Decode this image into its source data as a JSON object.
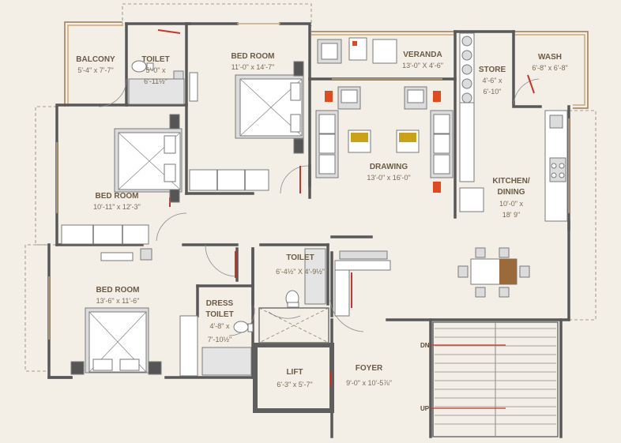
{
  "rooms": {
    "balcony": {
      "name": "BALCONY",
      "dim": "5'-4\" x 7'-7\""
    },
    "toilet1": {
      "name": "TOILET",
      "dim1": "5'-0\" x",
      "dim2": "6'-11½\""
    },
    "bedroom1": {
      "name": "BED ROOM",
      "dim": "11'-0\" x 14'-7\""
    },
    "veranda": {
      "name": "VERANDA",
      "dim": "13'-0\" X 4'-6\""
    },
    "store": {
      "name": "STORE",
      "dim1": "4'-6\" x",
      "dim2": "6'-10\""
    },
    "wash": {
      "name": "WASH",
      "dim": "6'-8\" x 6'-8\""
    },
    "bedroom2": {
      "name": "BED ROOM",
      "dim": "10'-11\" x 12'-3\""
    },
    "drawing": {
      "name": "DRAWING",
      "dim": "13'-0\" x 16'-0\""
    },
    "kitchen": {
      "name1": "KITCHEN/",
      "name2": "DINING",
      "dim1": "10'-0\" x",
      "dim2": "18' 9\""
    },
    "bedroom3": {
      "name": "BED ROOM",
      "dim": "13'-6\" x 11'-6\""
    },
    "toilet2": {
      "name": "TOILET",
      "dim": "6'-4½\" X 4'-9½\""
    },
    "dress_toilet": {
      "name1": "DRESS",
      "name2": "TOILET",
      "dim1": "4'-8\" x",
      "dim2": "7'-10½\""
    },
    "lift": {
      "name": "LIFT",
      "dim": "6'-3\" x 5'-7\""
    },
    "foyer": {
      "name": "FOYER",
      "dim": "9'-0\" x 10'-5⅞\""
    }
  },
  "stairs": {
    "down": "DN",
    "up": "UP"
  },
  "colors": {
    "background": "#f3efe6",
    "wall": "#585858",
    "label": "#6b5a45",
    "sofa_accent": "#c9a218",
    "chair_accent": "#e04a1c",
    "door_leaf": "#c8352b",
    "table_wood": "#9a6a3a"
  }
}
